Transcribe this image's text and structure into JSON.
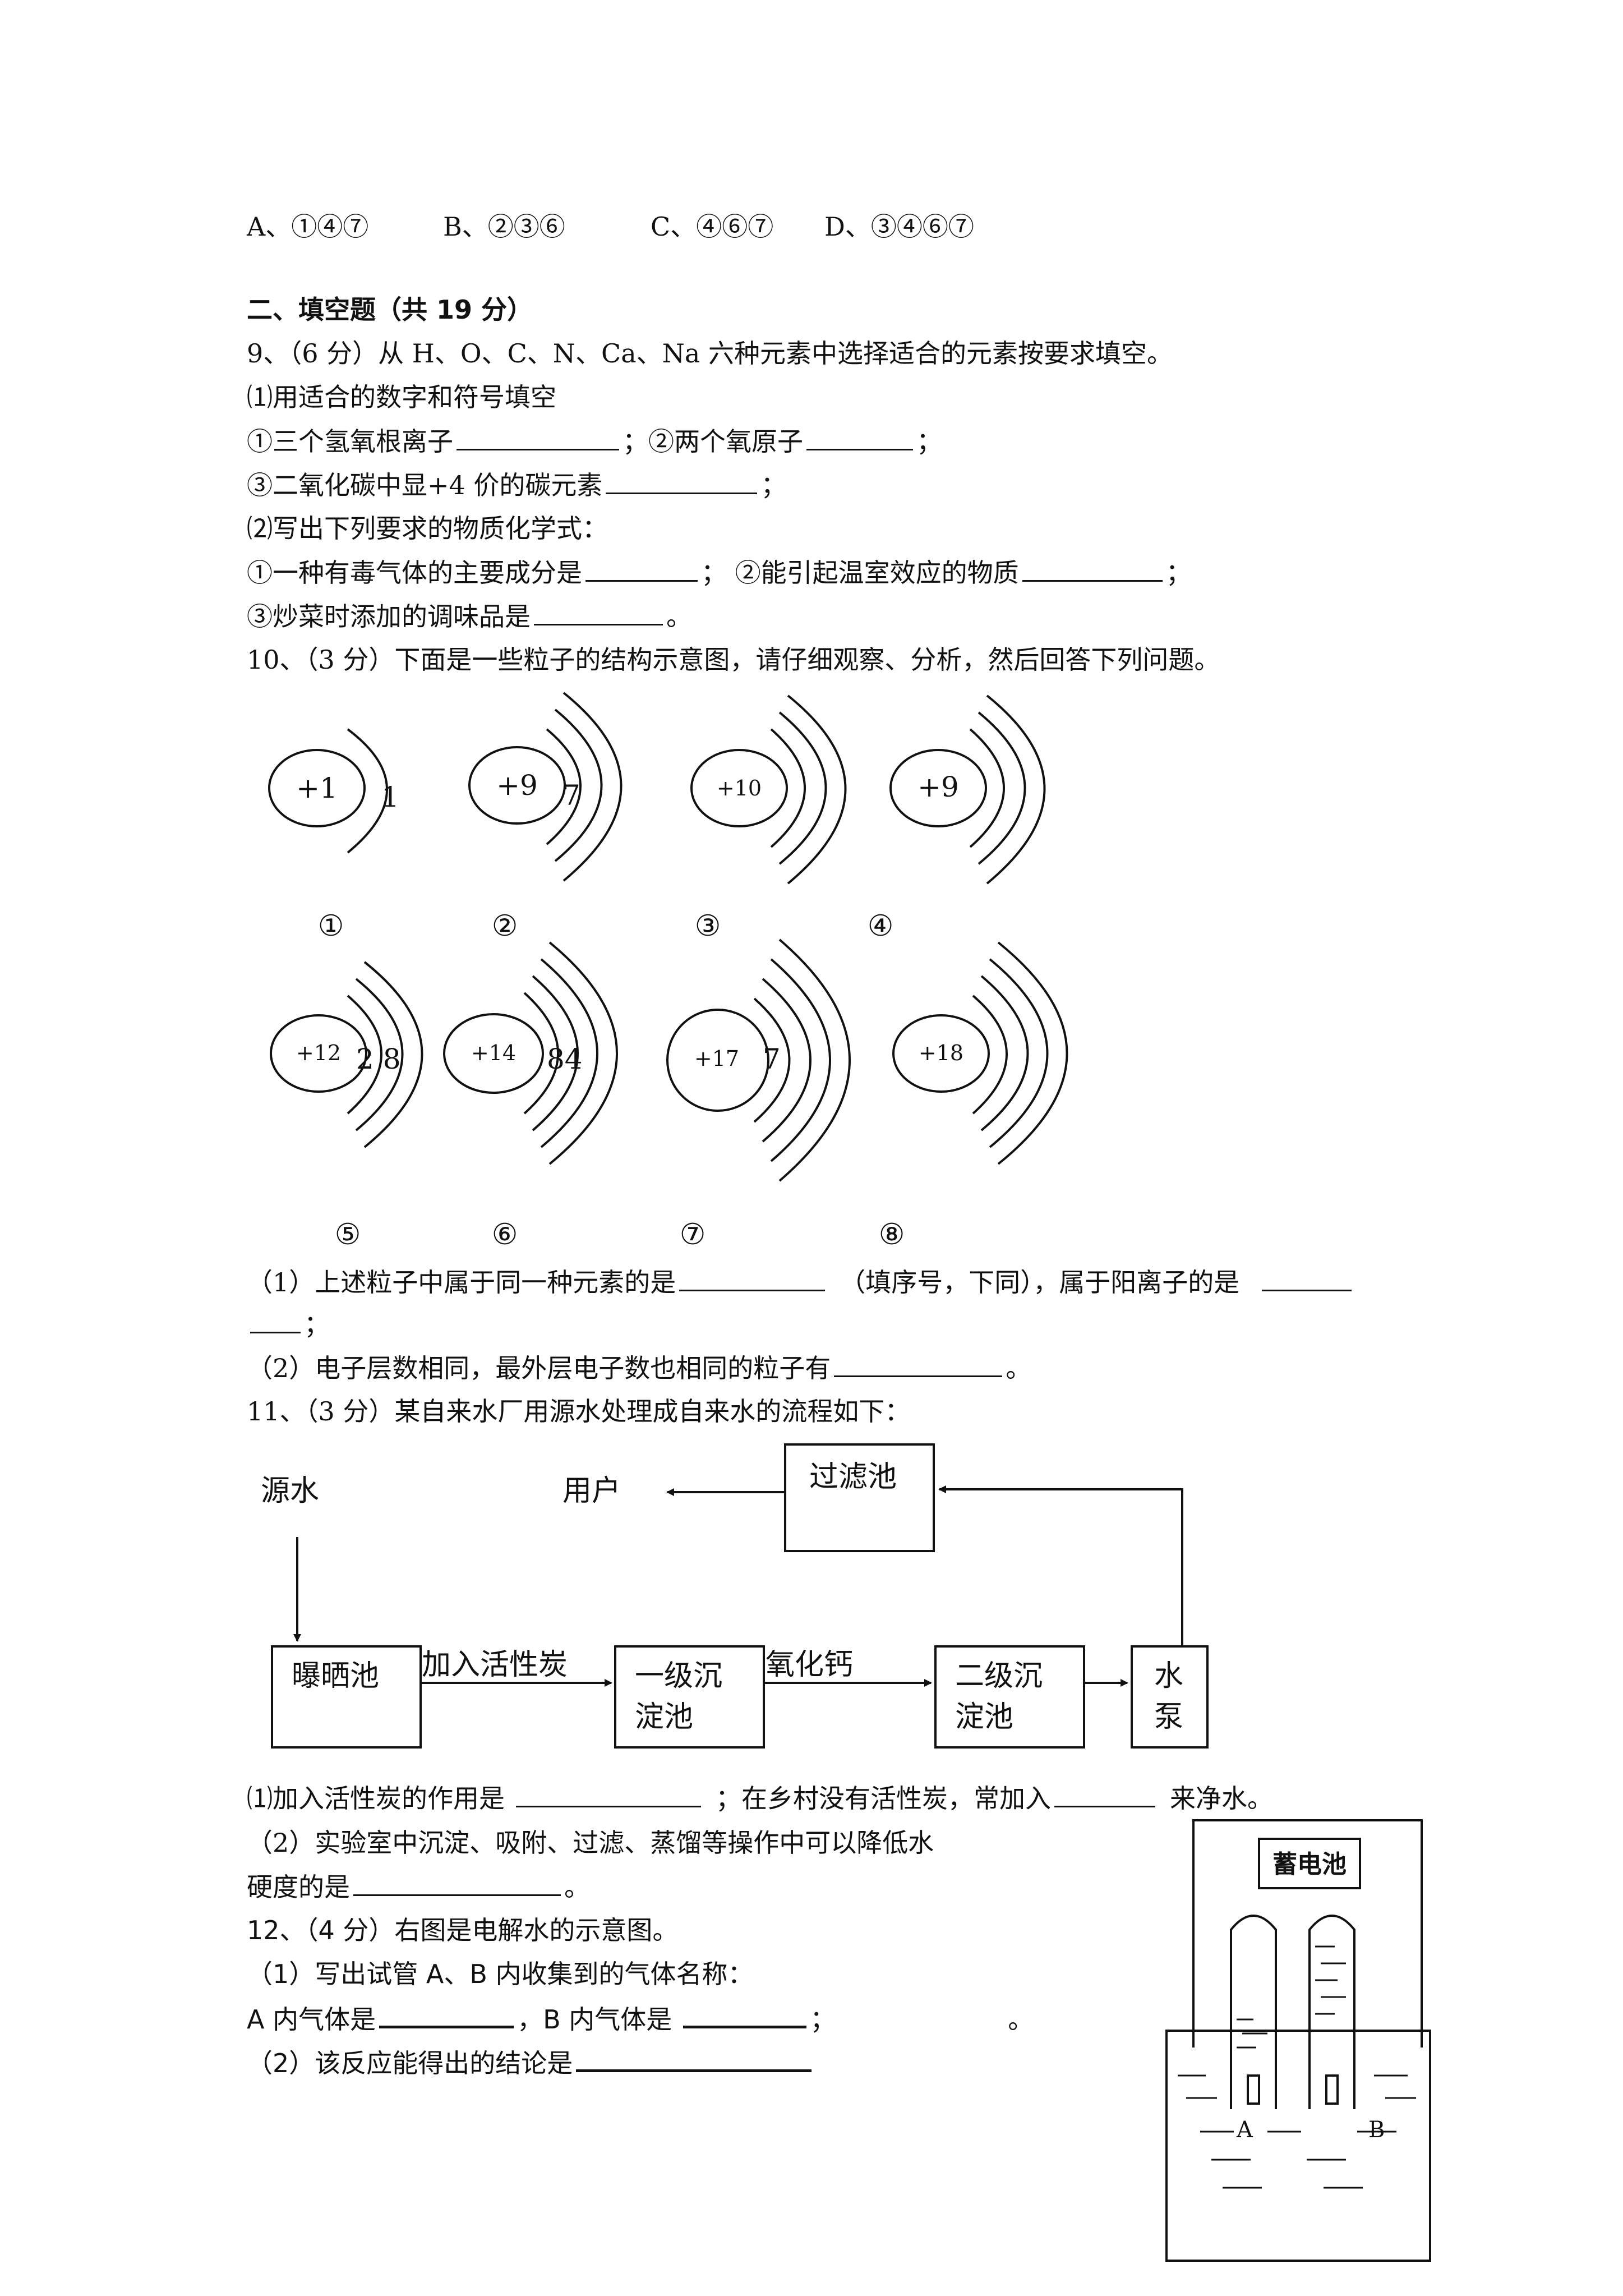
{
  "choices": [
    "A、①④⑦",
    "B、②③⑥",
    "C、④⑥⑦",
    "D、③④⑥⑦"
  ],
  "section2_title": "二、填空题（共 19 分）",
  "q9": {
    "stem": "9、（6 分）从 H、O、C、N、Ca、Na 六种元素中选择适合的元素按要求填空。",
    "p1": "⑴用适合的数字和符号填空",
    "p1_a": "①三个氢氧根离子",
    "p1_b": "；②两个氧原子",
    "p1_b_end": "；",
    "p1_c": "③二氧化碳中显+4 价的碳元素",
    "p1_c_end": "；",
    "p2": "⑵写出下列要求的物质化学式：",
    "p2_a": "①一种有毒气体的主要成分是",
    "p2_b": "；  ②能引起温室效应的物质",
    "p2_b_end": "；",
    "p2_c": "③炒菜时添加的调味品是",
    "p2_c_end": "。"
  },
  "q10": {
    "stem": "10、（3 分）下面是一些粒子的结构示意图，请仔细观察、分析，然后回答下列问题。",
    "particles": [
      {
        "charge": "+1",
        "electrons": "1",
        "num": "①"
      },
      {
        "charge": "+9",
        "electrons": "7",
        "num": "②"
      },
      {
        "charge": "+10",
        "electrons": "",
        "num": "③"
      },
      {
        "charge": "+9",
        "electrons": "",
        "num": "④"
      },
      {
        "charge": "+12",
        "electrons": "2 8",
        "num": "⑤"
      },
      {
        "charge": "+14",
        "electrons": "84",
        "num": "⑥"
      },
      {
        "charge": "+17",
        "electrons": "7",
        "num": "⑦"
      },
      {
        "charge": "+18",
        "electrons": "",
        "num": "⑧"
      }
    ],
    "q1_a": "（1）上述粒子中属于同一种元素的是",
    "q1_b": "（填序号，下同），属于阳离子的是",
    "q1_end": "；",
    "q2_a": "（2）电子层数相同，最外层电子数也相同的粒子有",
    "q2_end": "。"
  },
  "q11": {
    "stem": "11、（3 分）某自来水厂用源水处理成自来水的流程如下：",
    "flow": {
      "source": "源水",
      "user": "用户",
      "filter": "过滤池",
      "sun": "曝晒池",
      "carbon": "加入活性炭",
      "tank1_a": "一级沉",
      "tank1_b": "淀池",
      "reagent": "氧化钙",
      "tank2_a": "二级沉",
      "tank2_b": "淀池",
      "pump_a": "水",
      "pump_b": "泵"
    },
    "q1_a": "⑴加入活性炭的作用是",
    "q1_b": "；在乡村没有活性炭，常加入",
    "q1_c": "来净水。",
    "q2_a": "（2）实验室中沉淀、吸附、过滤、蒸馏等操作中可以降低水",
    "q2_b": "硬度的是",
    "q2_end": "。"
  },
  "q12": {
    "stem": "12、（4 分）右图是电解水的示意图。",
    "q1": "（1）写出试管 A、B 内收集到的气体名称：",
    "q1_a": "A 内气体是",
    "q1_b": "，B 内气体是",
    "q1_end": "；",
    "q1_end2": "。",
    "q2": "（2）该反应能得出的结论是",
    "battery": "蓄电池",
    "tube_a": "A",
    "tube_b": "B"
  }
}
